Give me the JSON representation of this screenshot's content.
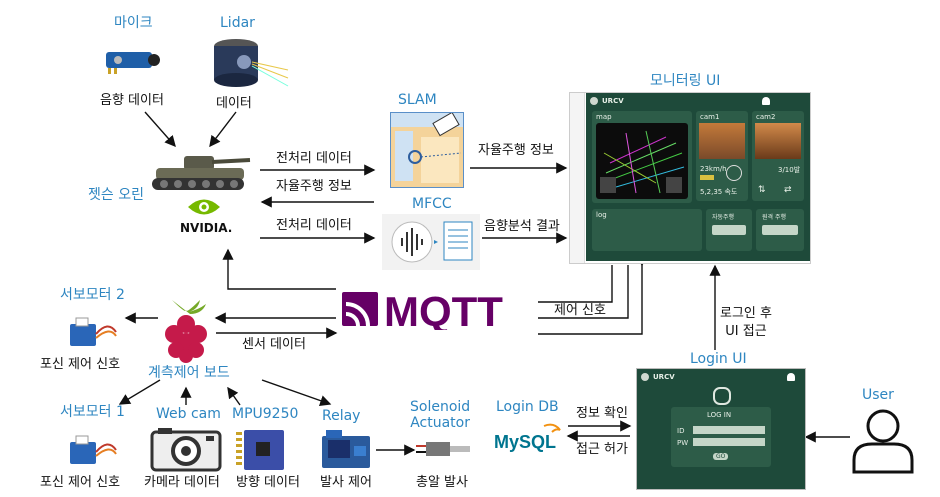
{
  "devices": {
    "mic_title": "마이크",
    "mic_desc": "음향 데이터",
    "lidar_title": "Lidar",
    "lidar_desc": "데이터",
    "jetson_title": "젯슨 오린",
    "nvidia_logo": "NVIDIA.",
    "slam_title": "SLAM",
    "mfcc_title": "MFCC",
    "monitor_title": "모니터링 UI",
    "login_ui_title": "Login UI",
    "login_db_title": "Login DB",
    "mysql_logo": "MySQL",
    "user_title": "User",
    "mqtt_logo": "MQTT",
    "servo2_title": "서보모터 2",
    "servo2_desc": "포신 제어 신호",
    "servo1_title": "서보모터 1",
    "servo1_desc": "포신 제어 신호",
    "board_title": "계측제어 보드",
    "webcam_title": "Web cam",
    "webcam_desc": "카메라 데이터",
    "mpu_title": "MPU9250",
    "mpu_desc": "방향 데이터",
    "relay_title": "Relay",
    "relay_desc": "발사 제어",
    "solenoid_title": "Solenoid\nActuator",
    "solenoid_desc": "총알 발사"
  },
  "edges": {
    "jetson_to_slam": "전처리 데이터",
    "slam_to_jetson": "자율주행 정보",
    "slam_to_monitor": "자율주행 정보",
    "jetson_to_mfcc": "전처리 데이터",
    "mfcc_to_monitor": "음향분석 결과",
    "monitor_control": "제어 신호",
    "sensor_data": "센서 데이터",
    "login_to_monitor": "로그인 후\nUI 접근",
    "db_check": "정보 확인",
    "db_allow": "접근 허가"
  },
  "monitor_ui": {
    "brand": "URCV",
    "panel_map": "map",
    "panel_cam1": "cam1",
    "panel_cam2": "cam2",
    "speed": "23km/h",
    "gear": "3/10발",
    "status": "5,2,35 속도",
    "panel_log": "log",
    "btn_auto": "자동주행",
    "btn_fire": "원격 주행"
  },
  "login_ui": {
    "brand": "URCV",
    "heading": "LOG IN",
    "id_label": "ID",
    "pw_label": "PW",
    "submit": "GO"
  },
  "colors": {
    "mqtt_purple": "#660066",
    "blue_label": "#2e86c1",
    "ui_dark_green": "#1e4a3a",
    "ui_panel": "#2d5c48"
  }
}
